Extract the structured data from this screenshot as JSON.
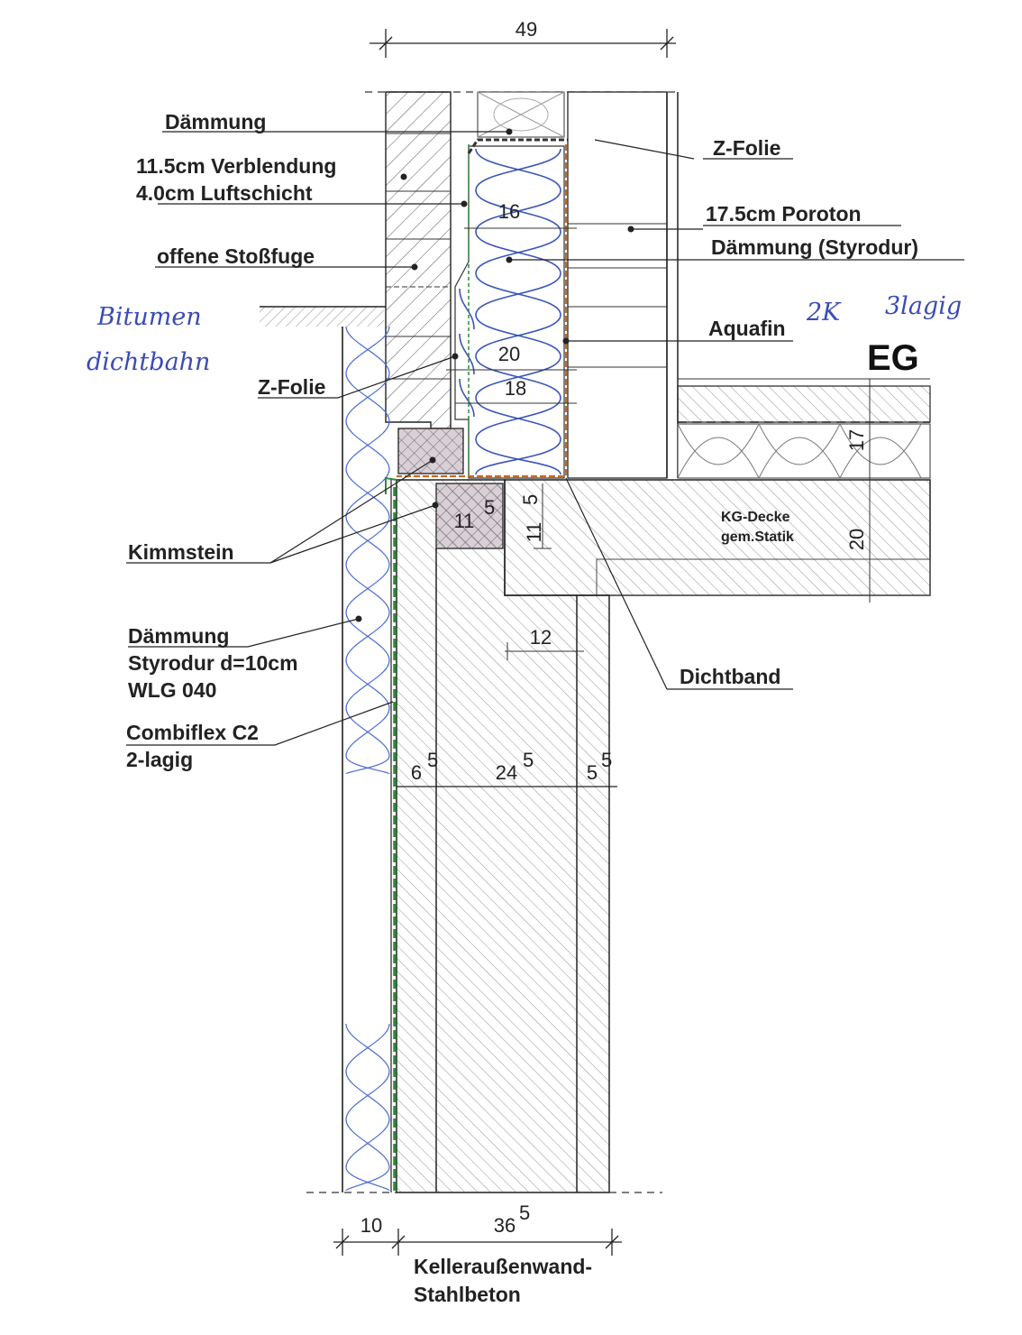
{
  "labels": {
    "daemmung_top": "Dämmung",
    "verblendung": "11.5cm Verblendung",
    "luftschicht": "4.0cm Luftschicht",
    "stossfuge": "offene Stoßfuge",
    "z_folie_left": "Z-Folie",
    "z_folie_right": "Z-Folie",
    "poroton": "17.5cm Poroton",
    "daemmung_styrodur": "Dämmung (Styrodur)",
    "aquafin": "Aquafin",
    "eg": "EG",
    "kimmstein": "Kimmstein",
    "daemmung_bottom_1": "Dämmung",
    "daemmung_bottom_2": "Styrodur d=10cm",
    "daemmung_bottom_3": "WLG 040",
    "combiflex_1": "Combiflex C2",
    "combiflex_2": "2-lagig",
    "dichtband": "Dichtband",
    "kg_decke_1": "KG-Decke",
    "kg_decke_2": "gem.Statik",
    "kellerwand_1": "Kelleraußenwand-",
    "kellerwand_2": "Stahlbeton"
  },
  "handwritten": {
    "bitumen_1": "Bitumen",
    "bitumen_2": "dichtbahn",
    "aquafin_note_1": "2K",
    "aquafin_note_2": "3lagig"
  },
  "dimensions": {
    "total_top": "49",
    "insul_16": "16",
    "insul_20": "20",
    "insul_18": "18",
    "kimm_11_5": "11",
    "kimm_11_5_sup": "5",
    "kimm_vert": "11",
    "kimm_vert_sup": "5",
    "slab_17": "17",
    "slab_20": "20",
    "wall_12": "12",
    "seg_6": "6",
    "seg_6_sup": "5",
    "seg_24": "24",
    "seg_24_sup": "5",
    "seg_5": "5",
    "seg_5_sup": "5",
    "bottom_10": "10",
    "bottom_36": "36",
    "bottom_36_sup": "5"
  }
}
